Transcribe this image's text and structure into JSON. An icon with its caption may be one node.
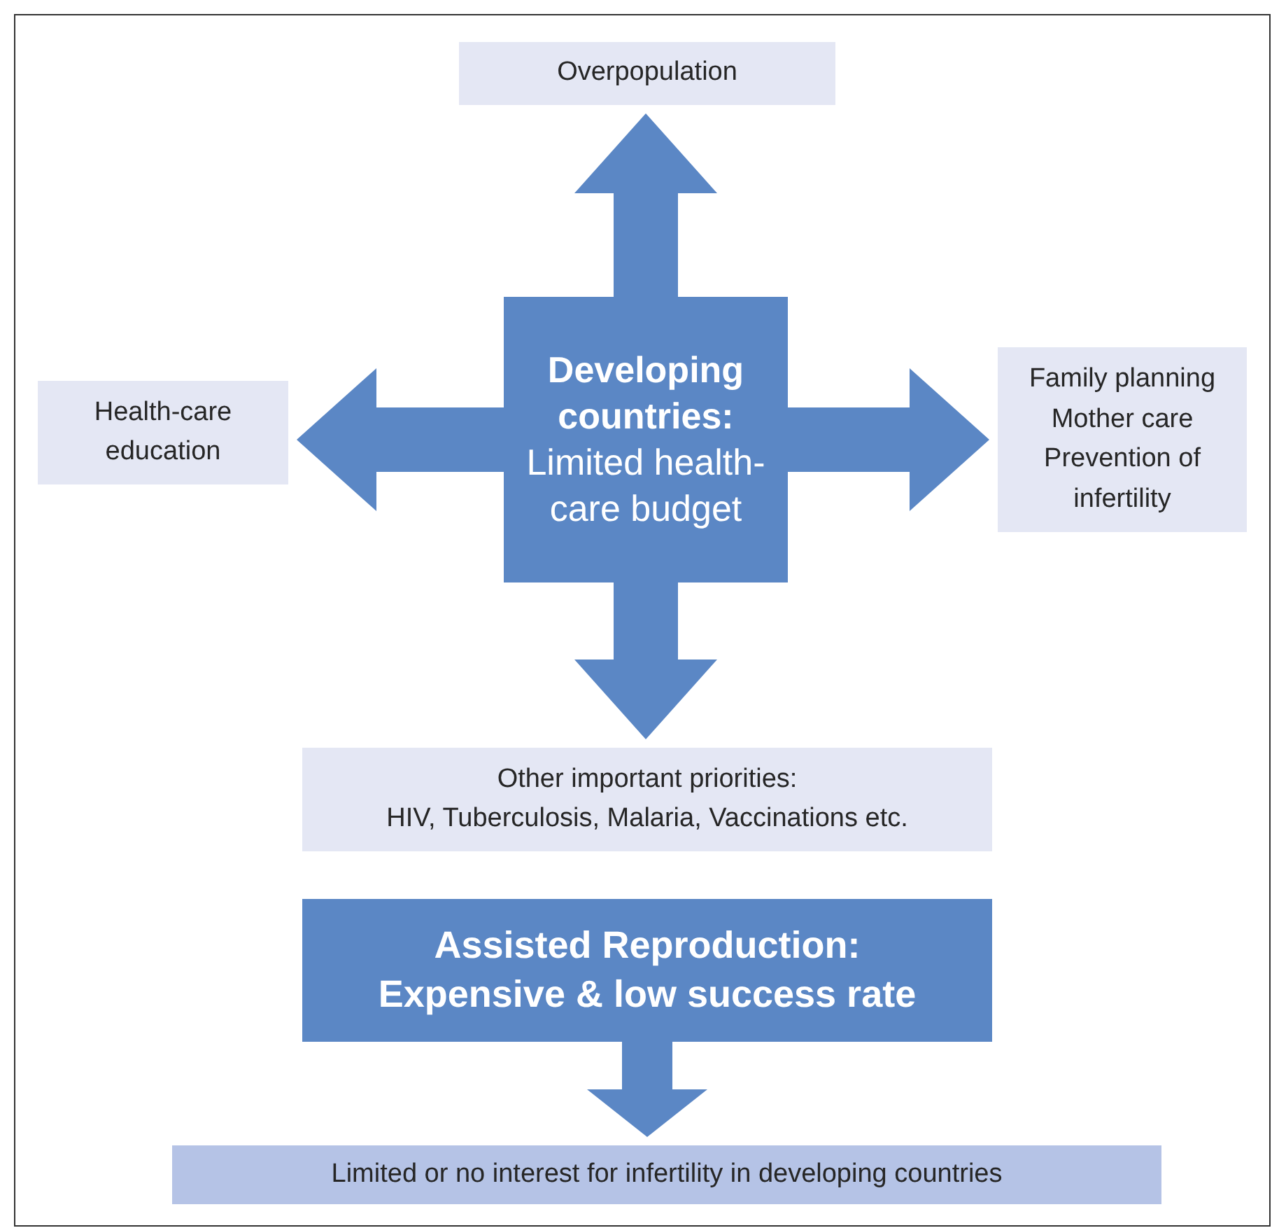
{
  "diagram": {
    "nodes": [
      {
        "text": [
          "Overpopulation"
        ]
      },
      {
        "text": [
          "Developing countries:",
          "Limited health-care budget"
        ]
      },
      {
        "text": [
          "Health-care education"
        ]
      },
      {
        "text": [
          "Family planning",
          "Mother care",
          "Prevention of infertility"
        ]
      },
      {
        "text": [
          "Other important priorities:",
          "HIV, Tuberculosis, Malaria, Vaccinations etc."
        ]
      },
      {
        "text": [
          "Assisted Reproduction:",
          "Expensive & low success rate"
        ]
      },
      {
        "text": [
          "Limited or no interest for infertility in developing countries"
        ]
      }
    ],
    "edges": [
      {
        "from": 1,
        "to": 0,
        "arrow": "to",
        "style": "thick"
      },
      {
        "from": 1,
        "to": 2,
        "arrow": "to",
        "style": "thick"
      },
      {
        "from": 1,
        "to": 3,
        "arrow": "to",
        "style": "thick"
      },
      {
        "from": 1,
        "to": 4,
        "arrow": "to",
        "style": "thick"
      },
      {
        "from": 5,
        "to": 6,
        "arrow": "to",
        "style": "thick"
      }
    ]
  }
}
